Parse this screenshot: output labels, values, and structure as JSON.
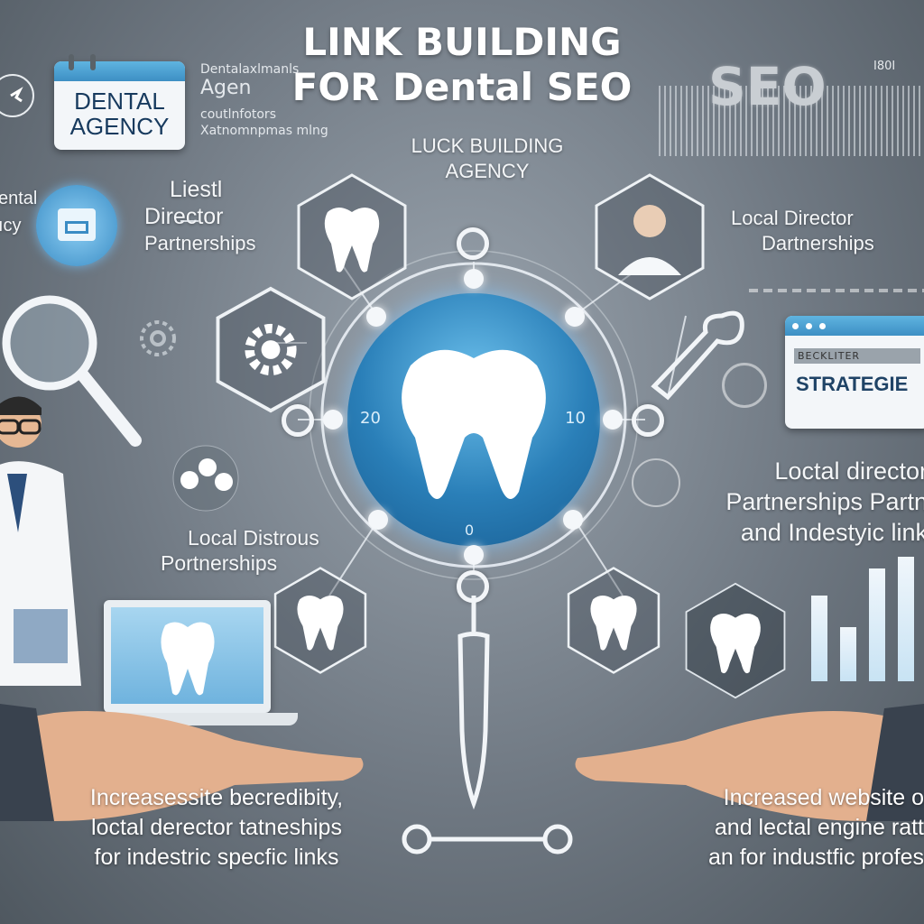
{
  "header": {
    "title_line1": "LINK BUILDING",
    "title_line2": "FOR Dental SEO",
    "seo": "SEO",
    "small_num": "I80I"
  },
  "top_left_card": {
    "line1": "DENTAL",
    "line2": "AGENCY"
  },
  "top_left_faint": {
    "line1": "Dentalaxlmanls",
    "line2": "Agen",
    "line3": "coutlnfotors",
    "line4": "Xatnomnpmas mlng"
  },
  "left_edge_text": {
    "line1": "ental",
    "line2": "ıcy"
  },
  "hub_caption": {
    "line1": "LUCK BUILDING",
    "line2": "AGENCY"
  },
  "left_label": {
    "line1": "Liestl",
    "line2": "Director",
    "line3": "Partnerships"
  },
  "right_label": {
    "line1": "Local Director",
    "line2": "Dartnerships"
  },
  "strategy_card": {
    "line1": "BECKLITER",
    "line2": "STRATEGIE"
  },
  "right_mid_label": {
    "line1": "Loctal director",
    "line2": "Partnerships Partn",
    "line3": "and Indestyic link"
  },
  "left_mid_label": {
    "line1": "Local Distrous",
    "line2": "Portnerships"
  },
  "hub": {
    "left_num": "20",
    "right_num": "10",
    "bottom_num": "0"
  },
  "bottom_left": {
    "line1": "Increasessite becredibity,",
    "line2": "loctal derector tatneships",
    "line3": "for indestric specfic links"
  },
  "bottom_right": {
    "line1": "Increased website o",
    "line2": "and lectal engine ratt",
    "line3": "an for industfic profes"
  },
  "colors": {
    "accent": "#2f8bc4",
    "hub": "#1e6da6",
    "background": "#6f7882",
    "white": "#f4f7fa"
  }
}
